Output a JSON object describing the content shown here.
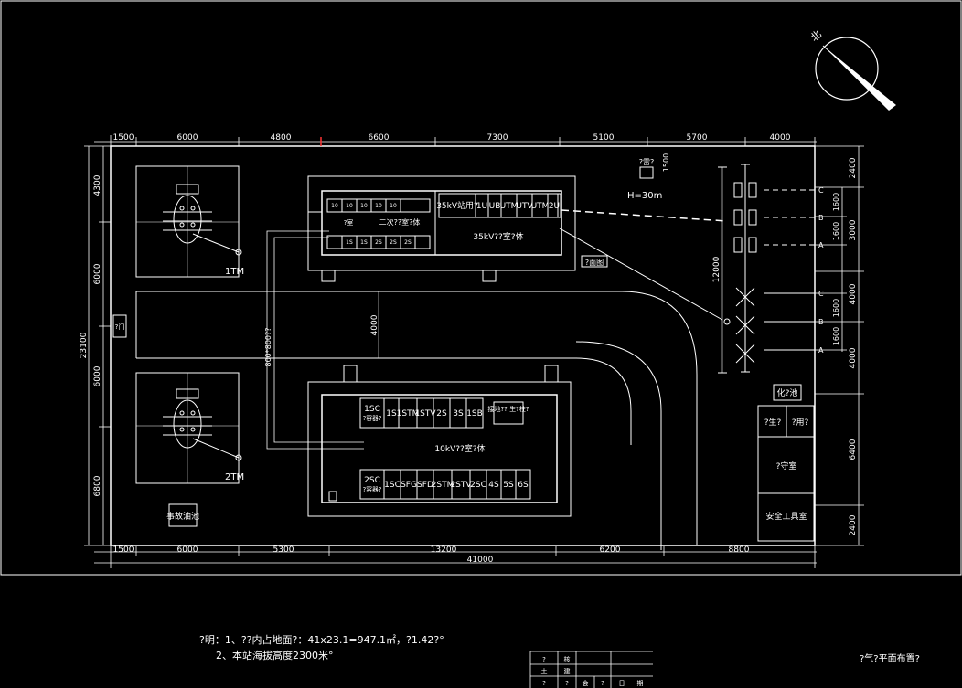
{
  "north_symbol": "北",
  "dims_top": [
    "1500",
    "6000",
    "4800",
    "6600",
    "7300",
    "5100",
    "5700",
    "4000"
  ],
  "dims_bottom": [
    "1500",
    "6000",
    "5300",
    "13200",
    "6200",
    "8800"
  ],
  "dim_total": "41000",
  "dims_left": [
    "4300",
    "6000",
    "6000",
    "6800"
  ],
  "dim_left_total": "23100",
  "dims_right": [
    "2400",
    "1600",
    "1600",
    "3000",
    "4000",
    "1600",
    "1600",
    "4000",
    "6400",
    "2400"
  ],
  "dim_right_side_label": "3000",
  "dim_right_lower_label": "4000",
  "dim_inner_12000": "12000",
  "dim_road_4000": "4000",
  "road_label": "800*800??",
  "transformer_1": "1TM",
  "transformer_2": "2TM",
  "tank_label": "事故油池",
  "gate_label": "?门",
  "lightning_top": "?雷?",
  "lightning_dim": "1500",
  "lightning_h": "H=30m",
  "building_35": {
    "left_cells": [
      "10",
      "10",
      "10",
      "10",
      "10"
    ],
    "left_bottom_cells": [
      "1S",
      "1S",
      "2S",
      "2S",
      "2S"
    ],
    "left_title": "二次??室?体",
    "left_sub": "?室",
    "cells": [
      "35kV站用?",
      "1U",
      "UB",
      "UTM",
      "UTV",
      "UTM",
      "2U"
    ],
    "title": "35kV??室?体"
  },
  "building_10": {
    "top_cells": [
      "1SC\n?容器?",
      "1S",
      "1STM",
      "1STV",
      "2S",
      "3S",
      "1SB"
    ],
    "top_extra": "接地??\n生?柱?",
    "title": "10kV??室?体",
    "bottom_cells": [
      "2SC\n?容器?",
      "1SC",
      "SFG",
      "SFD",
      "2STM",
      "2STV",
      "2SC",
      "4S",
      "5S",
      "6S"
    ]
  },
  "side_label": "?面图",
  "switch_labels": [
    "C",
    "B",
    "A",
    "C",
    "B",
    "A"
  ],
  "right_dims_in": [
    "1600",
    "1600",
    "1600",
    "1600"
  ],
  "right_rooms": {
    "header": "化?池",
    "room1": "?生?",
    "room2": "?用?",
    "room3": "?守室",
    "room4": "安全工具室"
  },
  "notes": [
    "?明：1、??内占地面?：41x23.1=947.1㎡，?1.42?°",
    "2、本站海拔高度2300米°"
  ],
  "title_block": {
    "rows": [
      [
        "?",
        "核"
      ],
      [
        "土",
        "建"
      ],
      [
        "?",
        "?",
        "会",
        "?",
        "日",
        "期"
      ]
    ]
  },
  "drawing_title": "?气?平面布置?"
}
